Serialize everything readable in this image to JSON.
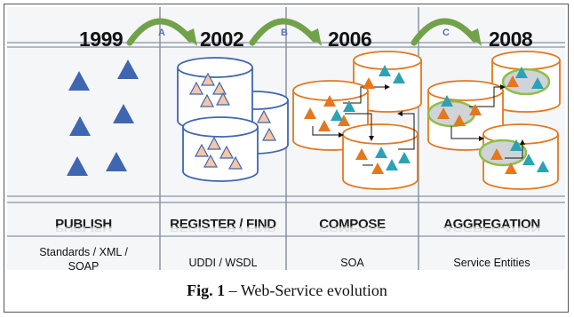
{
  "years": [
    "1999",
    "2002",
    "2006",
    "2008"
  ],
  "transitions": [
    "A",
    "B",
    "C"
  ],
  "stages": [
    "PUBLISH",
    "REGISTER / FIND",
    "COMPOSE",
    "AGGREGATION"
  ],
  "technologies": [
    [
      "Standards / XML /",
      "SOAP"
    ],
    [
      "UDDI / WSDL"
    ],
    [
      "SOA"
    ],
    [
      "Service Entities"
    ]
  ],
  "caption": {
    "label": "Fig. 1",
    "text": " – Web-Service evolution"
  },
  "colors": {
    "publish_triangle": "#3f66b1",
    "registry_stroke": "#3f66b1",
    "registry_triangle": "#f6c6a6",
    "compose_stroke": "#e2791f",
    "compose_triangle_a": "#e6771c",
    "compose_triangle_b": "#2aa3b5",
    "aggregate_ring": "#8fbe4a",
    "transition_arrow": "#71a24a"
  }
}
